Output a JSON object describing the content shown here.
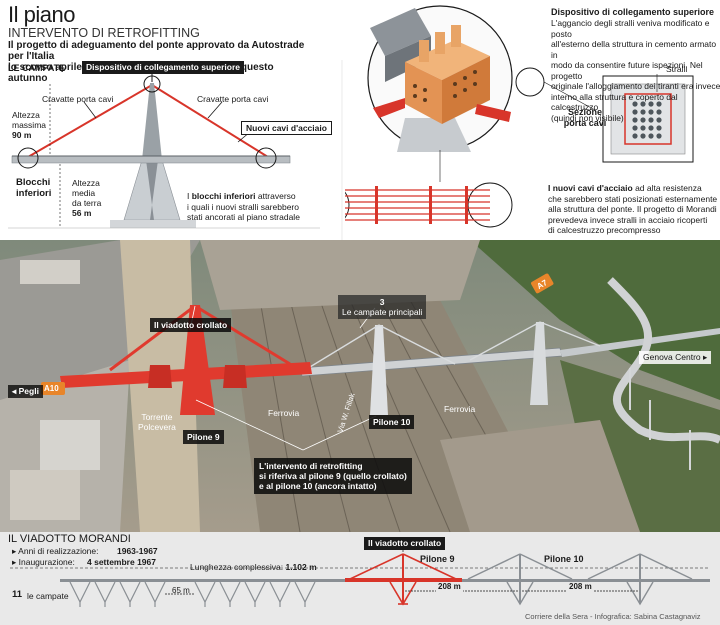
{
  "header": {
    "title": "Il piano",
    "subtitle": "INTERVENTO DI RETROFITTING",
    "lead_line1": "Il progetto di adeguamento del ponte approvato da Autostrade per l'Italia",
    "lead_line2": "lo scorso aprile: i lavori sarebbero dovuti partire questo autunno"
  },
  "campate_section": {
    "label": "LE CAMPATE",
    "device_label": "Dispositivo di collegamento superiore",
    "cravatte_left": "Cravatte porta cavi",
    "cravatte_right": "Cravatte porta cavi",
    "altezza_massima_line1": "Altezza",
    "altezza_massima_line2": "massima",
    "altezza_massima_value": "90 m",
    "nuovi_cavi_label": "Nuovi cavi d'acciaio",
    "blocchi_line1": "Blocchi",
    "blocchi_line2": "inferiori",
    "altezza_media_line1": "Altezza",
    "altezza_media_line2": "media",
    "altezza_media_line3": "da terra",
    "altezza_media_value": "56 m",
    "blocchi_text_bold": "blocchi inferiori",
    "blocchi_text_line1_pre": "I ",
    "blocchi_text_line1_post": " attraverso",
    "blocchi_text_line2": "i quali i nuovi stralli sarebbero",
    "blocchi_text_line3": "stati ancorati al piano stradale"
  },
  "detail_section": {
    "heading": "Dispositivo di collegamento superiore",
    "lines": [
      "L'aggancio degli stralli veniva modificato e posto",
      "all'esterno della struttura in cemento armato in",
      "modo da consentire future ispezioni. Nel progetto",
      "originale l'alloggiamento dei tiranti era invece",
      "interno alla struttura e coperto dal calcestruzzo",
      "(quindi non visibile)"
    ],
    "stralli_label": "Stralli",
    "sezione_line1": "Sezione",
    "sezione_line2": "porta cavi",
    "cables_bold": "I nuovi cavi d'acciaio",
    "cables_line1_post": " ad alta resistenza",
    "cables_lines": [
      "che sarebbero stati posizionati esternamente",
      "alla struttura del ponte. Il progetto di Morandi",
      "prevedeva invece stralli in acciaio ricoperti",
      "di calcestruzzo precompresso"
    ]
  },
  "photo": {
    "campate_number": "3",
    "campate_text": "Le campate principali",
    "viadotto_crollato": "Il viadotto crollato",
    "pegli": "Pegli",
    "a10": "A10",
    "a7": "A7",
    "torrente_line1": "Torrente",
    "torrente_line2": "Polcevera",
    "ferrovia_left": "Ferrovia",
    "ferrovia_right": "Ferrovia",
    "pilone9": "Pilone 9",
    "pilone10": "Pilone 10",
    "via_walter": "Via W. Fillak",
    "genova_centro": "Genova Centro",
    "intervento_lines": [
      "L'intervento di retrofitting",
      "si riferiva al pilone 9 (quello crollato)",
      "e al pilone 10 (ancora intatto)"
    ]
  },
  "morandi": {
    "heading": "IL VIADOTTO MORANDI",
    "anni_label": "Anni di realizzazione:",
    "anni_value": "1963-1967",
    "inaug_label": "Inaugurazione:",
    "inaug_value": "4 settembre 1967",
    "lunghezza_label": "Lunghezza complessiva:",
    "lunghezza_value": "1.102 m",
    "campate_count": "11",
    "campate_label": "le campate",
    "span_small": "65 m",
    "span_208a": "208 m",
    "span_208b": "208 m",
    "crollato_tag": "Il viadotto crollato",
    "pilone9": "Pilone 9",
    "pilone10": "Pilone 10"
  },
  "credit": "Corriere della Sera - Infografica: Sabina Castagnaviz",
  "colors": {
    "accent": "#d8352a",
    "dark": "#1a1a1a",
    "steel": "#7d848a",
    "bottom_bg": "#e9e9e9"
  }
}
